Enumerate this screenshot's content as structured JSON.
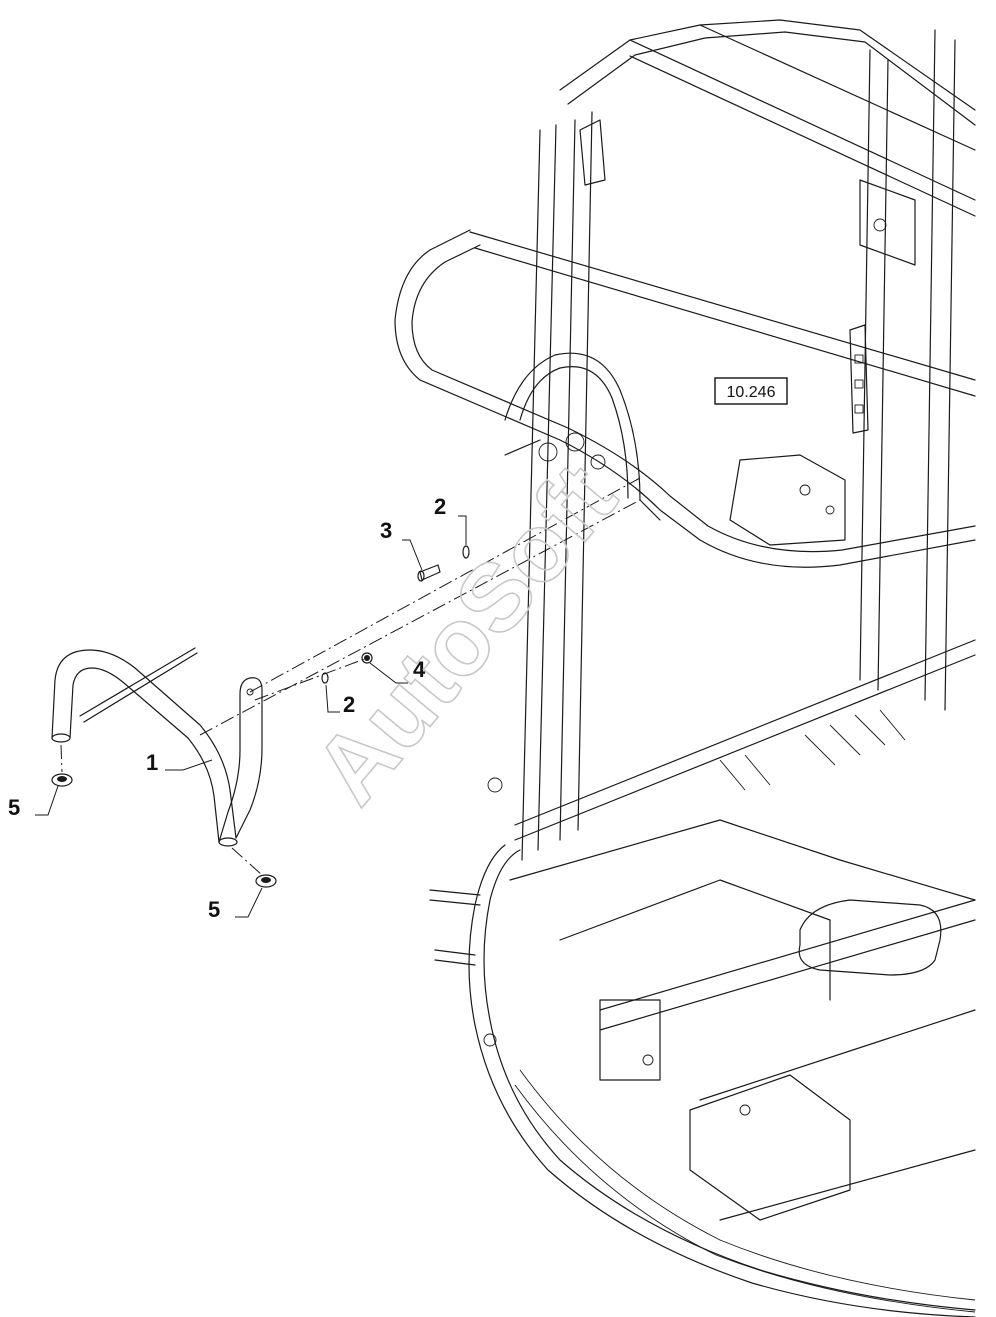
{
  "reference_label": "10.246",
  "watermark": "AutoSoft",
  "callouts": {
    "tube": "1",
    "washer_upper": "2",
    "washer_lower": "2",
    "bolt": "3",
    "nut": "4",
    "plug_upper": "5",
    "plug_lower": "5"
  },
  "colors": {
    "ink": "#1a1a1a",
    "watermark": "#c8c8c8",
    "background": "#ffffff"
  }
}
